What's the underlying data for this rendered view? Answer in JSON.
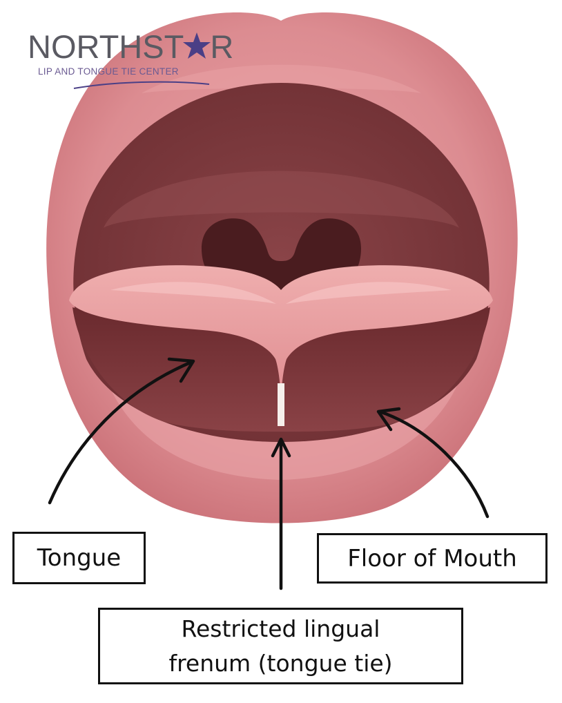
{
  "logo": {
    "word_prefix": "NORTHST",
    "word_suffix": "R",
    "tagline": "LIP AND TONGUE TIE CENTER",
    "colors": {
      "text": "#5a5a62",
      "star": "#4a3f86",
      "tagline": "#6a5a92"
    },
    "icon": "star-icon"
  },
  "labels": {
    "tongue": "Tongue",
    "floor_of_mouth": "Floor of Mouth",
    "frenum_line1": "Restricted lingual",
    "frenum_line2": "frenum (tongue tie)"
  },
  "colors": {
    "lip": "#d8838a",
    "lip_highlight": "#eaa8ac",
    "mouth_dark": "#7e3b3f",
    "throat": "#4a1c1f",
    "tongue": "#e8999b",
    "frenum": "#f6f0ec",
    "arrow": "#111111"
  }
}
